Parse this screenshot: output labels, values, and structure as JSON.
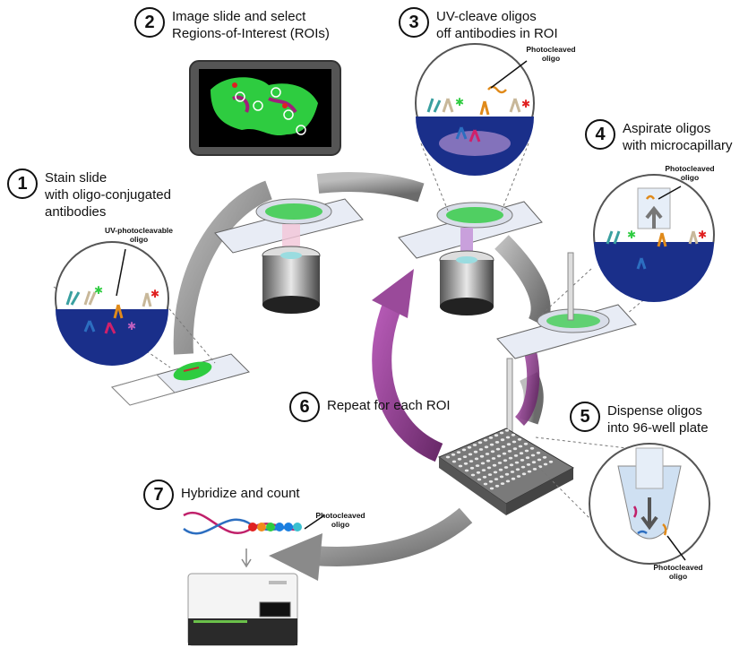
{
  "steps": [
    {
      "number": "1",
      "text": "Stain slide\nwith oligo-conjugated\nantibodies"
    },
    {
      "number": "2",
      "text": "Image slide and select\nRegions-of-Interest (ROIs)"
    },
    {
      "number": "3",
      "text": "UV-cleave oligos\noff antibodies in ROI"
    },
    {
      "number": "4",
      "text": "Aspirate oligos\nwith microcapillary"
    },
    {
      "number": "5",
      "text": "Dispense oligos\ninto 96-well plate"
    },
    {
      "number": "6",
      "text": "Repeat for each ROI"
    },
    {
      "number": "7",
      "text": "Hybridize and count"
    }
  ],
  "callouts": {
    "uv_photocleavable": "UV-photocleavable\noligo",
    "photocleaved_3": "Photocleaved\noligo",
    "photocleaved_4": "Photocleaved\noligo",
    "photocleaved_5": "Photocleaved\noligo",
    "photocleaved_7": "Photocleaved\noligo"
  },
  "colors": {
    "cycle_arrow": "#7a7a7a",
    "repeat_arrow": "#8e3a8e",
    "tissue": "#2ecc40",
    "well_blue": "#1a2f8a",
    "uv_beam": "#c9a0dc"
  }
}
